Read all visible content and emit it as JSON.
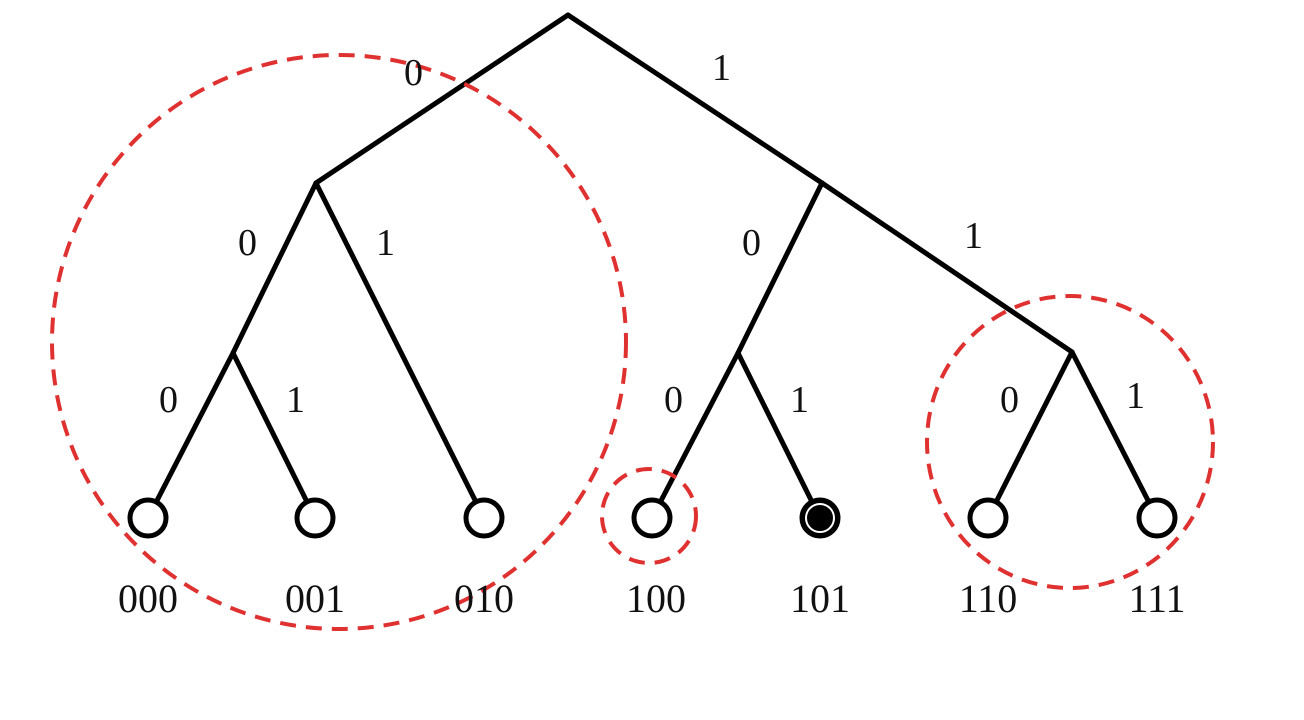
{
  "edge_labels": {
    "root_left": "0",
    "root_right": "1",
    "n0_left": "0",
    "n0_right": "1",
    "n1_left": "0",
    "n1_right": "1",
    "n00_left": "0",
    "n00_right": "1",
    "n10_left": "0",
    "n10_right": "1",
    "n11_left": "0",
    "n11_right": "1"
  },
  "leaves": [
    "000",
    "001",
    "010",
    "100",
    "101",
    "110",
    "111"
  ],
  "highlighted_leaf": "101",
  "colors": {
    "edge": "#000000",
    "group_circle": "#e03131",
    "background": "#ffffff"
  }
}
